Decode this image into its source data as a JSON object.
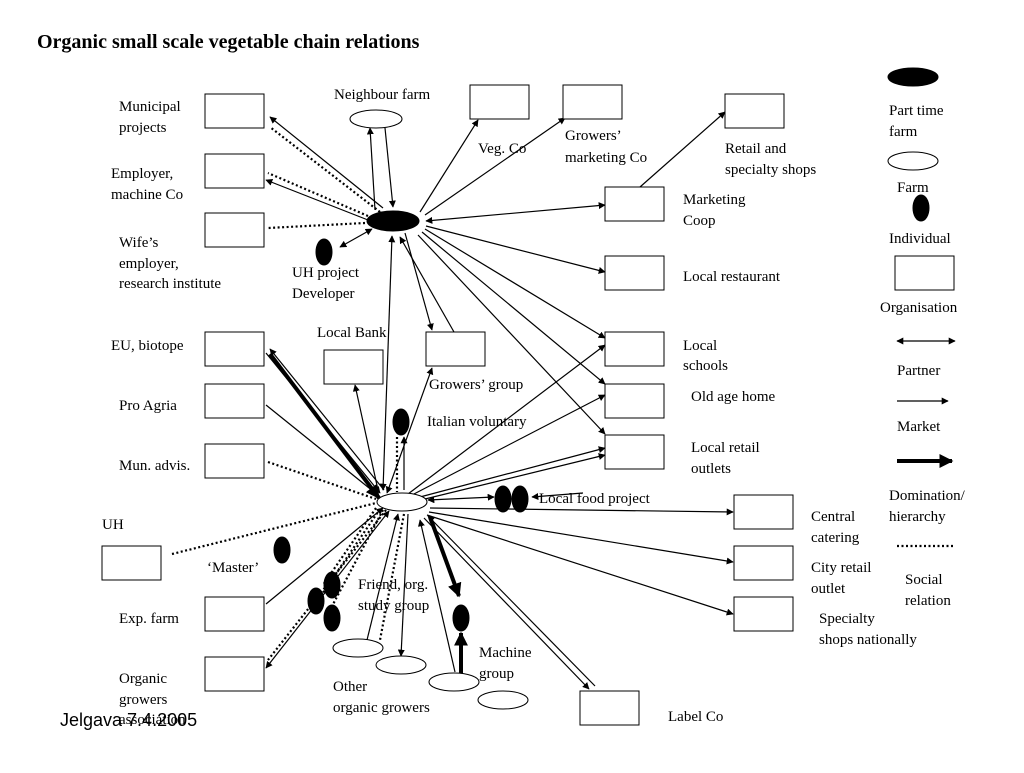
{
  "title": "Organic small scale vegetable chain relations",
  "footer": "Jelgava 7.4.2005",
  "labels": {
    "municipal_1": "Municipal",
    "municipal_2": "projects",
    "employer_1": "Employer,",
    "employer_2": "machine Co",
    "wife_1": "Wife’s",
    "wife_2": "employer,",
    "wife_3": "research institute",
    "neighbour_farm": "Neighbour farm",
    "veg_co": "Veg. Co",
    "growers_mkt_1": "Growers’",
    "growers_mkt_2": "marketing Co",
    "retail_1": "Retail and",
    "retail_2": "specialty shops",
    "marketing_coop_1": "Marketing",
    "marketing_coop_2": "Coop",
    "uh_project_1": "UH project",
    "uh_project_2": "Developer",
    "local_restaurant": "Local restaurant",
    "local_bank": "Local Bank",
    "growers_group": "Growers’ group",
    "eu_biotope": "EU, biotope",
    "local_schools_1": "Local",
    "local_schools_2": "schools",
    "old_age_home": "Old age home",
    "italian_voluntary": "Italian voluntary",
    "pro_agria": "Pro Agria",
    "local_retail_1": "Local retail",
    "local_retail_2": "outlets",
    "mun_advis": "Mun. advis.",
    "local_food_project": "Local food project",
    "uh": "UH",
    "central_1": "Central",
    "central_2": "catering",
    "master": "‘Master’",
    "city_retail_1": "City retail",
    "city_retail_2": "outlet",
    "friend_1": "Friend, org.",
    "friend_2": "study group",
    "exp_farm": "Exp. farm",
    "specialty_1": "Specialty",
    "specialty_2": "shops nationally",
    "machine_1": "Machine",
    "machine_2": "group",
    "organic_1": "Organic",
    "organic_2": "growers",
    "organic_3": "association",
    "other_1": "Other",
    "other_2": "organic growers",
    "label_co": "Label Co"
  },
  "legend": {
    "part_time_farm_1": "Part time",
    "part_time_farm_2": "farm",
    "farm": "Farm",
    "individual": "Individual",
    "organisation": "Organisation",
    "partner": "Partner",
    "market": "Market",
    "domination_1": "Domination/",
    "domination_2": "hierarchy",
    "social_1": "Social",
    "social_2": "relation"
  }
}
